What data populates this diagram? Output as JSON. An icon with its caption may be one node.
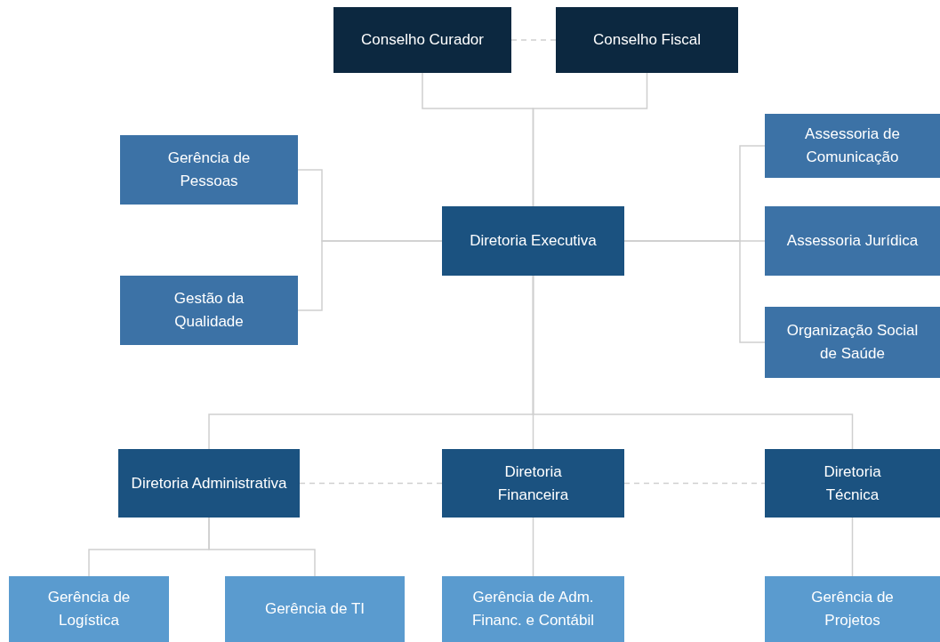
{
  "diagram": {
    "nodes": [
      {
        "text": [
          "Conselho Curador"
        ]
      },
      {
        "text": [
          "Conselho Fiscal"
        ]
      },
      {
        "text": [
          "Gerência de Pessoas"
        ]
      },
      {
        "text": [
          "Assessoria de Comunicação"
        ]
      },
      {
        "text": [
          "Diretoria Executiva"
        ]
      },
      {
        "text": [
          "Assessoria Jurídica"
        ]
      },
      {
        "text": [
          "Gestão da Qualidade"
        ]
      },
      {
        "text": [
          "Organização Social de Saúde"
        ]
      },
      {
        "text": [
          "Diretoria Administrativa"
        ]
      },
      {
        "text": [
          "Diretoria Financeira"
        ]
      },
      {
        "text": [
          "Diretoria Técnica"
        ]
      },
      {
        "text": [
          "Gerência de Logística"
        ]
      },
      {
        "text": [
          "Gerência de TI"
        ]
      },
      {
        "text": [
          "Gerência de Adm. Financ. e Contábil"
        ]
      },
      {
        "text": [
          "Gerência de Projetos"
        ]
      }
    ],
    "edges": [
      {
        "from": 0,
        "to": 1,
        "arrow": "none",
        "style": "dashed"
      },
      {
        "from": 0,
        "to": 4,
        "arrow": "none"
      },
      {
        "from": 1,
        "to": 4,
        "arrow": "none"
      },
      {
        "from": 4,
        "to": 2,
        "arrow": "none"
      },
      {
        "from": 4,
        "to": 6,
        "arrow": "none"
      },
      {
        "from": 4,
        "to": 3,
        "arrow": "none"
      },
      {
        "from": 4,
        "to": 5,
        "arrow": "none"
      },
      {
        "from": 4,
        "to": 7,
        "arrow": "none"
      },
      {
        "from": 4,
        "to": 8,
        "arrow": "none"
      },
      {
        "from": 4,
        "to": 9,
        "arrow": "none"
      },
      {
        "from": 4,
        "to": 10,
        "arrow": "none"
      },
      {
        "from": 8,
        "to": 9,
        "arrow": "none",
        "style": "dashed"
      },
      {
        "from": 9,
        "to": 10,
        "arrow": "none",
        "style": "dashed"
      },
      {
        "from": 8,
        "to": 11,
        "arrow": "none"
      },
      {
        "from": 8,
        "to": 12,
        "arrow": "none"
      },
      {
        "from": 9,
        "to": 13,
        "arrow": "none"
      },
      {
        "from": 10,
        "to": 14,
        "arrow": "none"
      }
    ]
  }
}
